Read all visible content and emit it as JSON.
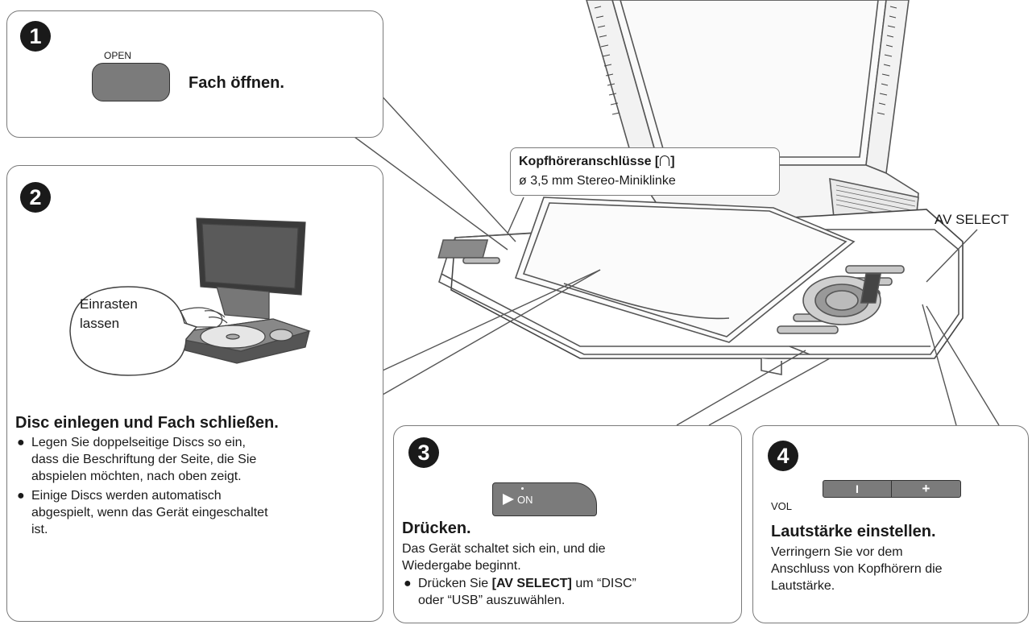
{
  "step1": {
    "number": "1",
    "button_label": "OPEN",
    "instruction": "Fach öffnen."
  },
  "step2": {
    "number": "2",
    "callout_line1": "Einrasten",
    "callout_line2": "lassen",
    "heading": "Disc einlegen und Fach schließen.",
    "bullet1": [
      "Legen Sie doppelseitige Discs so ein,",
      "dass die Beschriftung der Seite, die Sie",
      "abspielen möchten, nach oben zeigt."
    ],
    "bullet2": [
      "Einige Discs werden automatisch",
      "abgespielt, wenn das Gerät eingeschaltet",
      "ist."
    ]
  },
  "headphone_label": {
    "title": "Kopfhöreranschlüsse [",
    "title_end": "]",
    "icon": "headphone-icon",
    "subtitle": "ø 3,5 mm Stereo-Miniklinke"
  },
  "av_select_label": "AV SELECT",
  "step3": {
    "number": "3",
    "button_label": "ON",
    "heading": "Drücken.",
    "body": [
      "Das Gerät schaltet sich ein, und die",
      "Wiedergabe beginnt."
    ],
    "bullet_pre": "Drücken Sie",
    "bullet_bold": "[AV SELECT]",
    "bullet_post": "um “DISC”",
    "bullet_line2": "oder “USB” auszuwählen."
  },
  "step4": {
    "number": "4",
    "vol_label": "VOL",
    "minus_label": "I",
    "plus_label": "+",
    "heading": "Lautstärke einstellen.",
    "body": [
      "Verringern Sie vor dem",
      "Anschluss von Kopfhörern die",
      "Lautstärke."
    ]
  },
  "colors": {
    "ink": "#1a1a1a",
    "frame": "#7a7a7a",
    "button_grey": "#7b7b7b"
  }
}
